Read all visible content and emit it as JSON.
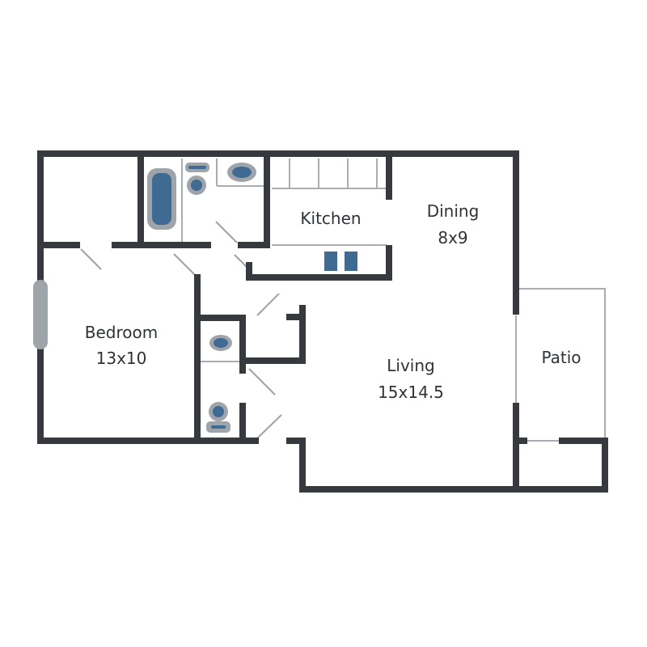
{
  "colors": {
    "wall": "#363a3f",
    "fixture": "#3f6a92",
    "fixture_outline": "#9ea4a9",
    "thin_line": "#a9adb1",
    "text": "#2e3338"
  },
  "rooms": {
    "bedroom": {
      "name": "Bedroom",
      "size": "13x10"
    },
    "kitchen": {
      "name": "Kitchen"
    },
    "dining": {
      "name": "Dining",
      "size": "8x9"
    },
    "living": {
      "name": "Living",
      "size": "15x14.5"
    },
    "patio": {
      "name": "Patio"
    }
  },
  "icons": [
    "bathtub-icon",
    "toilet-icon",
    "sink-icon",
    "stove-icon",
    "window-icon"
  ]
}
